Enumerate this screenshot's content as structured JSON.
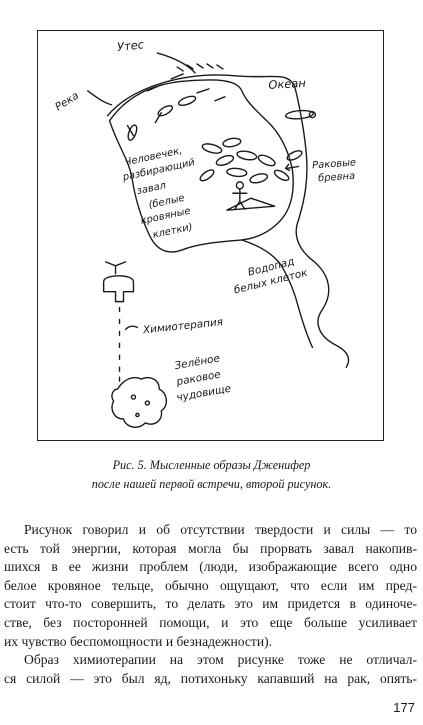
{
  "figure": {
    "labels": {
      "cliff": "Утес",
      "ocean": "Океан",
      "river": "Река",
      "man_1": "Человечек,",
      "man_2": "разбирающий",
      "man_3": "завал",
      "man_4": "(белые",
      "man_5": "кровяные",
      "man_6": "клетки)",
      "cancer_1": "Раковые",
      "cancer_2": "бревна",
      "waterfall_1": "Водопад",
      "waterfall_2": "белых клеток",
      "chemo": "Химиотерапия",
      "monster_1": "Зелёное",
      "monster_2": "раковое",
      "monster_3": "чудовище"
    },
    "caption_line1": "Рис. 5. Мысленные образы Дженифер",
    "caption_line2": "после нашей первой встречи, второй рисунок."
  },
  "body": {
    "lines": [
      "Рисунок говорил и об отсутствии твердости и силы — то",
      "есть той энергии, которая могла бы прорвать завал накопив-",
      "шихся в ее жизни проблем (люди, изображающие всего одно",
      "белое кровяное тельце, обычно ощущают, что если им пред-",
      "стоит что-то совершить, то делать это им придется в одиноче-",
      "стве, без посторонней помощи, и это еще больше усиливает",
      "их чувство беспомощности и безнадежности).",
      "Образ химиотерапии на этом рисунке тоже не отличал-",
      "ся силой — это был яд, потихоньку капавший на рак, опять-"
    ]
  },
  "page_number": "177"
}
